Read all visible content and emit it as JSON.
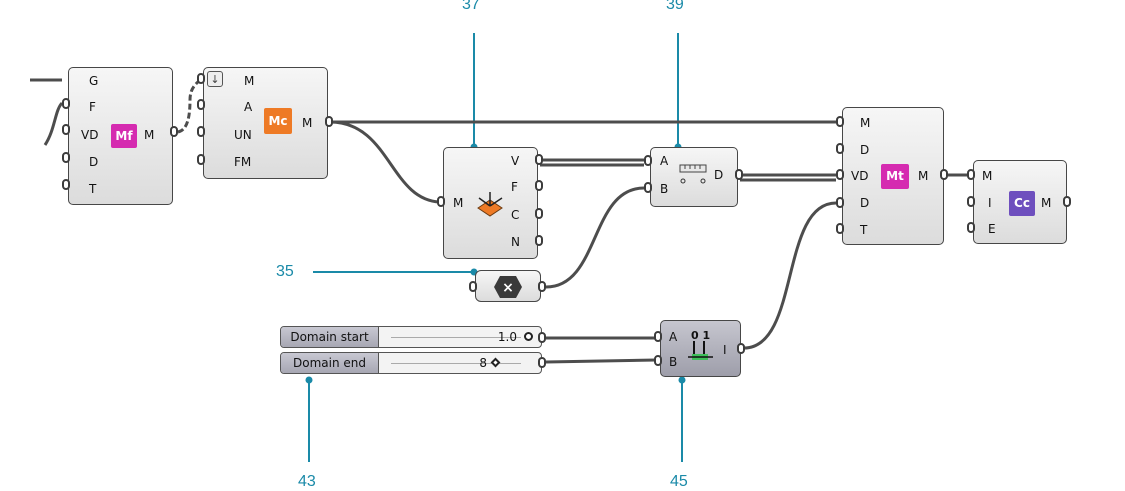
{
  "callouts": {
    "c37": "37",
    "c39": "39",
    "c35": "35",
    "c43": "43",
    "c45": "45"
  },
  "components": {
    "mesh_from_points": {
      "inputs": [
        "G",
        "F",
        "VD",
        "D",
        "T"
      ],
      "output": "M",
      "icon_text": "Mf"
    },
    "mesh_construct": {
      "inputs": [
        "M",
        "A",
        "UN",
        "FM"
      ],
      "output": "M",
      "icon_text": "Mc"
    },
    "deconstruct_mesh": {
      "input": "M",
      "outputs": [
        "V",
        "F",
        "C",
        "N"
      ]
    },
    "distance": {
      "inputs": [
        "A",
        "B"
      ],
      "output": "D"
    },
    "mesh_out": {
      "inputs": [
        "M",
        "D",
        "VD",
        "D",
        "T"
      ],
      "output": "M",
      "icon_text": "Mt"
    },
    "mesh_color": {
      "inputs": [
        "M",
        "I",
        "E"
      ],
      "output": "M",
      "icon_text": "Cc"
    },
    "construct_domain": {
      "inputs": [
        "A",
        "B"
      ],
      "output": "I",
      "icon_text": "0 1"
    }
  },
  "sliders": [
    {
      "name": "Domain start",
      "value": "1.0"
    },
    {
      "name": "Domain end",
      "value": "8"
    }
  ],
  "colors": {
    "wire": "#4d4d4d",
    "callout": "#1a8aa8",
    "icon_pink": "#d52bb0",
    "icon_orange": "#ee7a25",
    "icon_purple": "#6e4fbe"
  }
}
